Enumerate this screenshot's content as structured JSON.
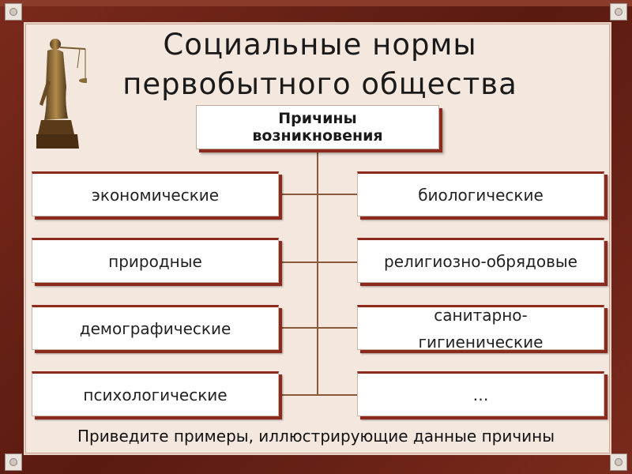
{
  "title": {
    "line1": "Социальные нормы",
    "line2": "первобытного общества"
  },
  "center_box": {
    "line1": "Причины",
    "line2": "возникновения"
  },
  "left_items": [
    "экономические",
    "природные",
    "демографические",
    "психологические"
  ],
  "right_items": [
    "биологические",
    "религиозно-обрядовые",
    "санитарно-гигиенические",
    "…"
  ],
  "footer": "Приведите примеры, иллюстрирующие данные причины",
  "icons": [
    "themis-statue-icon"
  ],
  "colors": {
    "frame": "#7a2a1c",
    "box_shadow": "#8c2a1e",
    "connector": "#8a5a3a"
  }
}
